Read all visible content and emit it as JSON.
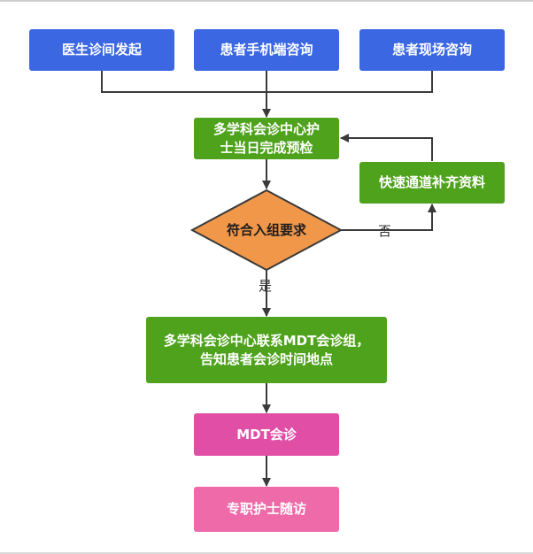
{
  "nodes": {
    "doctor_initiated": "医生诊间发起",
    "patient_mobile": "患者手机端咨询",
    "patient_onsite": "患者现场咨询",
    "nurse_precheck": "多学科会诊中心护士当日完成预检",
    "fast_channel": "快速通道补齐资料",
    "decision": "符合入组要求",
    "contact_mdt": "多学科会诊中心联系MDT会诊组，告知患者会诊时间地点",
    "mdt_consult": "MDT会诊",
    "follow_up": "专职护士随访"
  },
  "edge_labels": {
    "no": "否",
    "yes": "是"
  },
  "colors": {
    "entry": "#3c67e3",
    "process": "#4ea21c",
    "decision": "#f0974a",
    "mdt": "#e14ea6",
    "follow_up": "#ee6aa8",
    "connector": "#3a3a3a"
  }
}
